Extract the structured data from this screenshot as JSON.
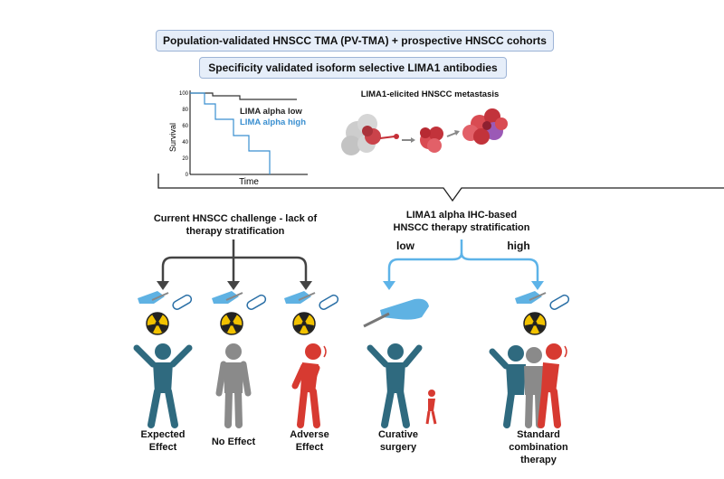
{
  "banners": {
    "top": "Population-validated HNSCC TMA (PV-TMA) + prospective HNSCC cohorts",
    "second": "Specificity validated isoform selective LIMA1 antibodies"
  },
  "survival_plot": {
    "ylabel": "Survival",
    "xlabel": "Time",
    "yticks": [
      "100",
      "80",
      "60",
      "40",
      "20",
      "0"
    ],
    "legend_low": "LIMA alpha low",
    "legend_high": "LIMA alpha high",
    "low_color": "#333333",
    "high_color": "#3a8fd0"
  },
  "metastasis": {
    "title": "LIMA1-elicited HNSCC metastasis"
  },
  "left_branch": {
    "title_line1": "Current HNSCC challenge - lack of",
    "title_line2": "therapy stratification",
    "outcomes": [
      {
        "line1": "Expected",
        "line2": "Effect",
        "color": "#2f6a7f"
      },
      {
        "line1": "No Effect",
        "line2": "",
        "color": "#8a8a8a"
      },
      {
        "line1": "Adverse",
        "line2": "Effect",
        "color": "#d73a31"
      }
    ]
  },
  "right_branch": {
    "title_line1": "LIMA1 alpha IHC-based",
    "title_line2": "HNSCC therapy stratification",
    "low_label": "low",
    "high_label": "high",
    "outcomes": [
      {
        "line1": "Curative",
        "line2": "surgery"
      },
      {
        "line1": "Standard",
        "line2": "combination",
        "line3": "therapy"
      }
    ]
  },
  "colors": {
    "banner_bg": "#e6eef9",
    "arrow_dark": "#444444",
    "arrow_blue": "#5db3e8",
    "scalpel_blue": "#5fb2e3",
    "radiation_yellow": "#f2c200"
  }
}
